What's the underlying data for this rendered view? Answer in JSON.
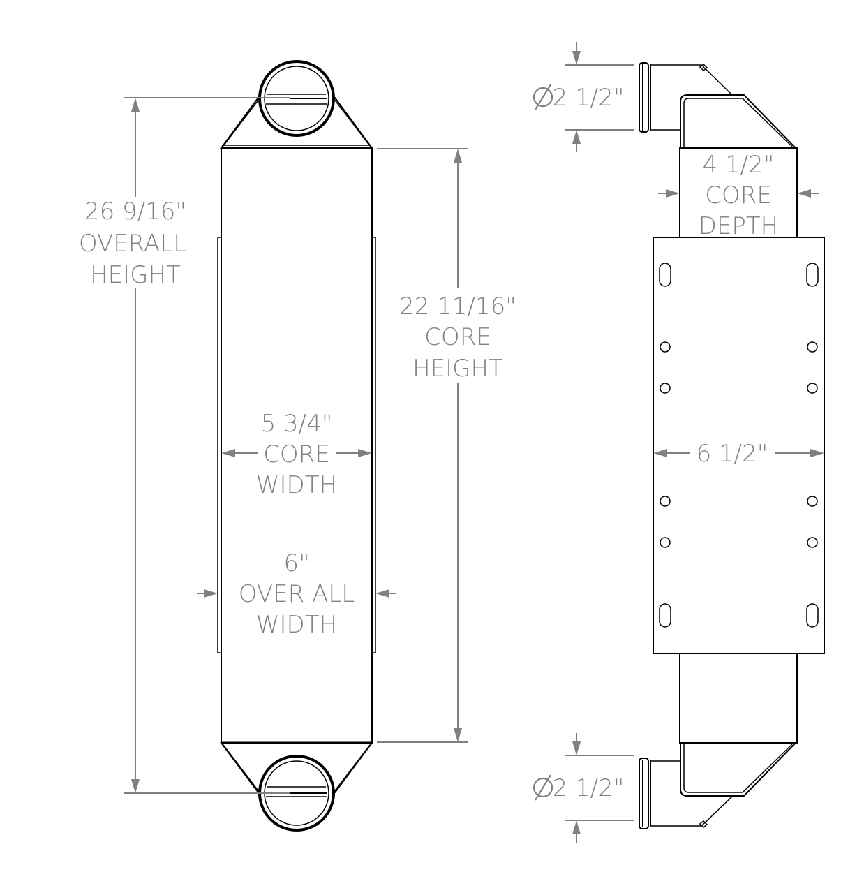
{
  "drawing": {
    "views": [
      "front-view",
      "side-view"
    ],
    "line_color": "#000000",
    "dimension_color": "#808080"
  },
  "front_view": {
    "overall_height": {
      "value": "26 9/16\"",
      "line1": "OVERALL",
      "line2": "HEIGHT"
    },
    "core_height": {
      "value": "22 11/16\"",
      "line1": "CORE",
      "line2": "HEIGHT"
    },
    "core_width": {
      "value": "5 3/4\"",
      "line1": "CORE",
      "line2": "WIDTH"
    },
    "overall_width": {
      "value": "6\"",
      "line1": "OVER ALL",
      "line2": "WIDTH"
    }
  },
  "side_view": {
    "inlet_diameter": {
      "symbol": "diameter",
      "value": "2 1/2\""
    },
    "outlet_diameter": {
      "symbol": "diameter",
      "value": "2 1/2\""
    },
    "core_depth": {
      "value": "4 1/2\"",
      "line1": "CORE",
      "line2": "DEPTH"
    },
    "bracket_width": {
      "value": "6 1/2\""
    },
    "mounting_holes": {
      "slots": 4,
      "round_holes": 8
    }
  }
}
